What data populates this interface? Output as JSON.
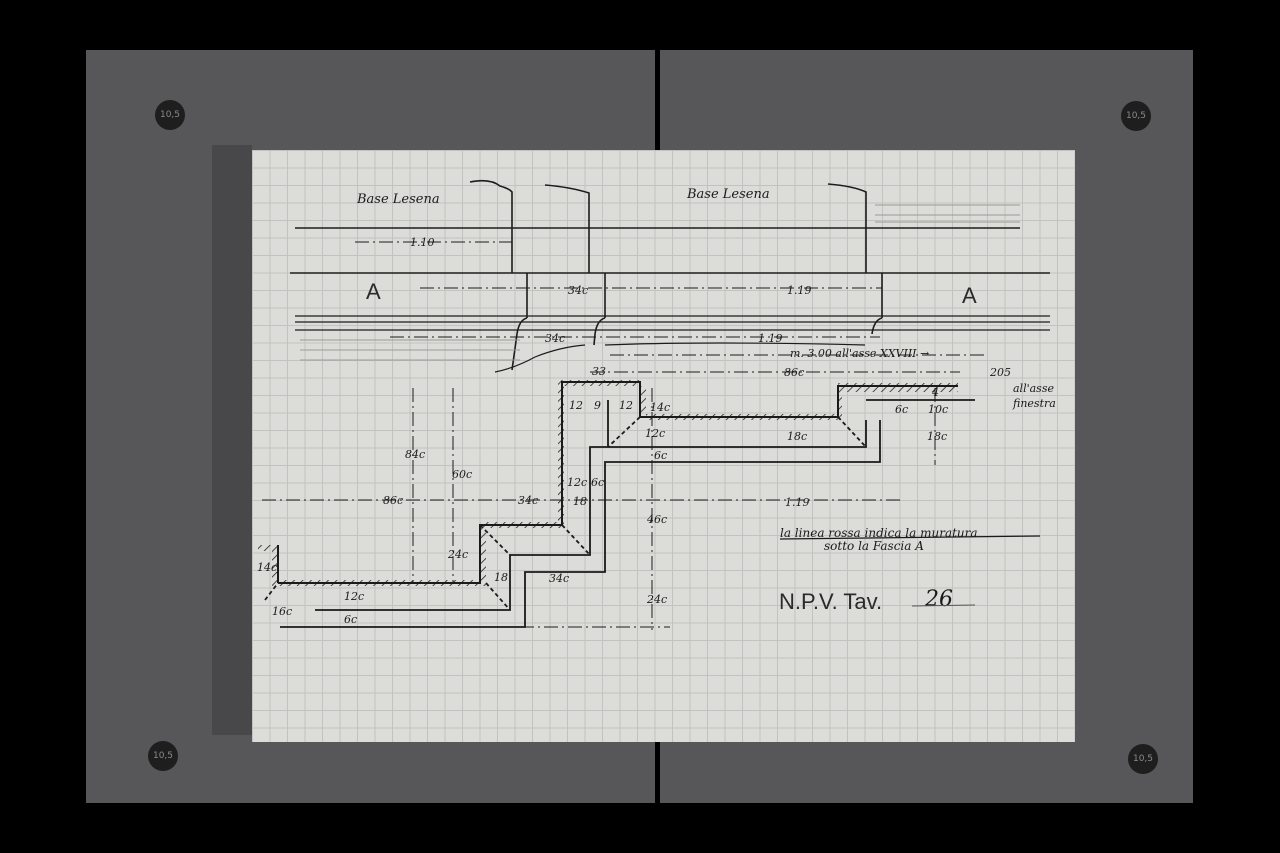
{
  "markers": [
    "10,5",
    "10,5",
    "10,5",
    "10,5"
  ],
  "drawing": {
    "headings": [
      "Base Lesena",
      "Base Lesena"
    ],
    "section_labels": [
      "A",
      "A"
    ],
    "elevation_dims": {
      "top_span": "1.10",
      "upper_34": "34c",
      "upper_119": "1.19",
      "lower_34": "34c",
      "lower_119": "1.19",
      "axis_note": "m. 3.00 all'asse XXVIII →",
      "d33": "33",
      "d86": "86c",
      "d205": "205",
      "window_axis_1": "all'asse",
      "window_axis_2": "finestra"
    },
    "plan_dims": {
      "d84": "84c",
      "d60": "60c",
      "d86": "86c",
      "d34a": "34c",
      "d18a": "18",
      "d12a": "12c",
      "d6a": "6c",
      "d24a": "24c",
      "d18b": "18",
      "d34b": "34c",
      "d14a": "14c",
      "d12b": "12c",
      "d16": "16c",
      "d6b": "6c",
      "d12c": "12",
      "d9": "9",
      "d12d": "12",
      "d14b": "14c",
      "d12e": "12c",
      "d6c": "6c",
      "d46": "46c",
      "d24b": "24c",
      "d18c": "18c",
      "d119": "1.19",
      "d4": "4",
      "d10": "10c",
      "d6d": "6c",
      "d18d": "18c"
    },
    "note_line1": "la linea rossa indica la muratura",
    "note_line2": "sotto la Fascia A",
    "plate_label": "N.P.V. Tav.",
    "plate_number": "26"
  }
}
